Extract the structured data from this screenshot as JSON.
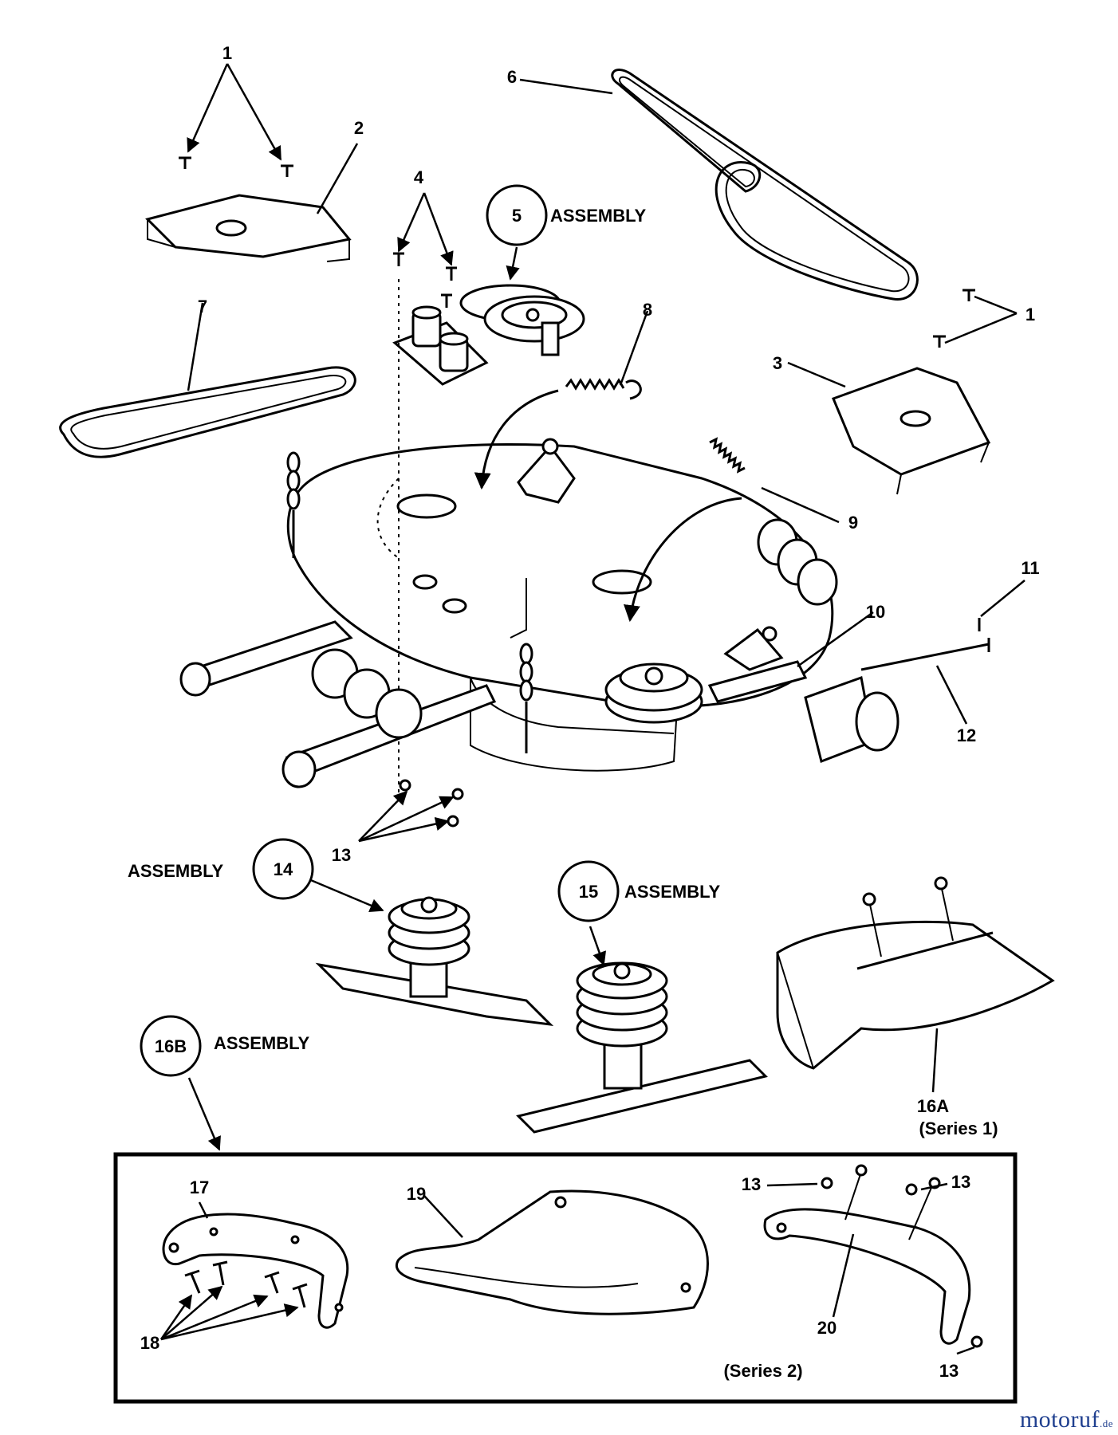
{
  "callouts": {
    "c1a": "1",
    "c1b": "1",
    "c2": "2",
    "c3": "3",
    "c4": "4",
    "c5": "5",
    "c6": "6",
    "c7": "7",
    "c8": "8",
    "c9": "9",
    "c10": "10",
    "c11": "11",
    "c12": "12",
    "c13a": "13",
    "c13b": "13",
    "c13c": "13",
    "c13d": "13",
    "c14": "14",
    "c15": "15",
    "c16a": "16A",
    "c16a_note": "(Series 1)",
    "c16b": "16B",
    "c17": "17",
    "c18": "18",
    "c19": "19",
    "c20": "20",
    "series2_note": "(Series 2)"
  },
  "assembly_word": "ASSEMBLY",
  "watermark": {
    "main": "motoruf",
    "suffix": ".de"
  }
}
